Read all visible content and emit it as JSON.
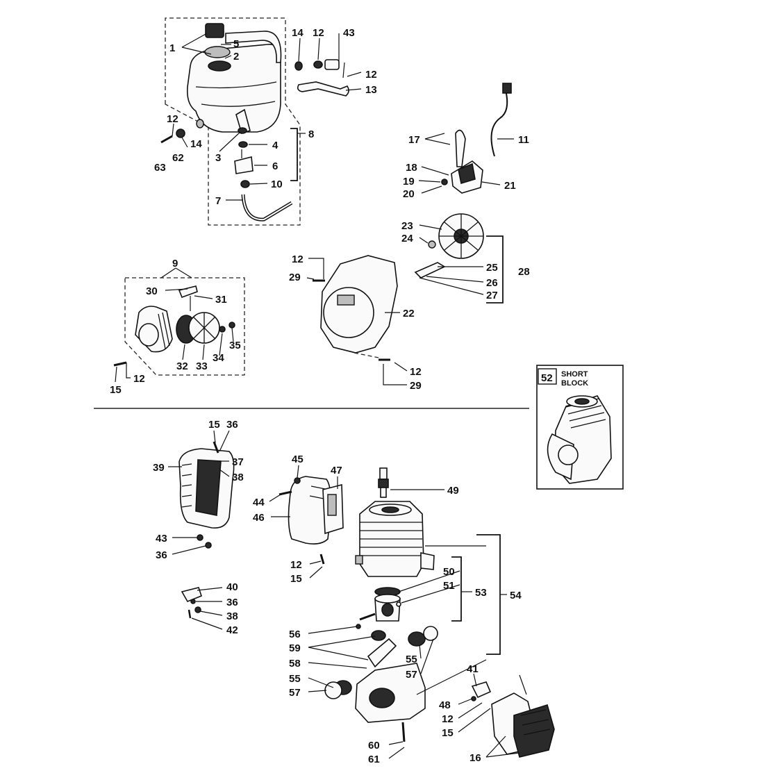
{
  "labels": {
    "l1": "1",
    "l5": "5",
    "l2": "2",
    "l14a": "14",
    "l12a": "12",
    "l43a": "43",
    "l12b": "12",
    "l13": "13",
    "l12c": "12",
    "l62": "62",
    "l63": "63",
    "l14b": "14",
    "l3": "3",
    "l4": "4",
    "l6": "6",
    "l10": "10",
    "l7": "7",
    "l8": "8",
    "l17": "17",
    "l11": "11",
    "l18": "18",
    "l19": "19",
    "l20": "20",
    "l21": "21",
    "l23": "23",
    "l24": "24",
    "l25": "25",
    "l26": "26",
    "l27": "27",
    "l28": "28",
    "l12d": "12",
    "l29a": "29",
    "l22": "22",
    "l12e": "12",
    "l29b": "29",
    "l9": "9",
    "l30": "30",
    "l31": "31",
    "l35": "35",
    "l34": "34",
    "l33": "33",
    "l32": "32",
    "l15a": "15",
    "l12f": "12",
    "l52": "52",
    "l15b": "15",
    "l36a": "36",
    "l39": "39",
    "l37": "37",
    "l38a": "38",
    "l43b": "43",
    "l36b": "36",
    "l45": "45",
    "l47": "47",
    "l44": "44",
    "l46": "46",
    "l12g": "12",
    "l15c": "15",
    "l49": "49",
    "l50": "50",
    "l51": "51",
    "l53": "53",
    "l54": "54",
    "l40": "40",
    "l36c": "36",
    "l38b": "38",
    "l42": "42",
    "l56": "56",
    "l59": "59",
    "l58": "58",
    "l55a": "55",
    "l57a": "57",
    "l55b": "55",
    "l57b": "57",
    "l41": "41",
    "l48": "48",
    "l12h": "12",
    "l15d": "15",
    "l16": "16",
    "l60": "60",
    "l61": "61"
  },
  "short_block": {
    "line1": "SHORT",
    "line2": "BLOCK"
  }
}
